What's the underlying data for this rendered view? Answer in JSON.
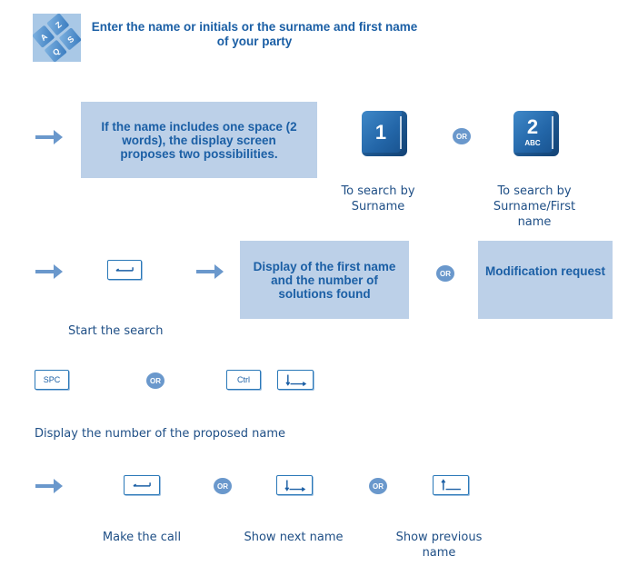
{
  "header": {
    "icon": "alphabetic-keyboard-icon",
    "key_letters": [
      "A",
      "Z",
      "Q",
      "S"
    ],
    "instruction": "Enter the name or initials or the surname and first name of your party"
  },
  "colors": {
    "accent": "#1b5fa5",
    "box_fill": "#bcd0e8",
    "arrow": "#6a98cc",
    "or_badge": "#6a98cc",
    "text": "#1f4f86"
  },
  "or_label": "OR",
  "step1": {
    "arrow_icon": "right-arrow-icon",
    "info": "If the name includes one space (2 words), the display screen proposes two possibilities.",
    "key1": {
      "digit": "1",
      "letters": ""
    },
    "key2": {
      "digit": "2",
      "letters": "ABC"
    },
    "caption1": "To search by Surname",
    "caption2": "To search by Surname/First name"
  },
  "step2": {
    "enter_icon": "enter-key-icon",
    "info1": "Display of the first name and the number of solutions found",
    "info2": "Modification request",
    "caption": "Start the search"
  },
  "step3": {
    "spc_label": "SPC",
    "ctrl_label": "Ctrl",
    "down_icon": "down-arrow-key-icon",
    "caption": "Display the number of the proposed name"
  },
  "step4": {
    "caption_call": "Make the call",
    "caption_next": "Show next name",
    "caption_prev": "Show previous name"
  }
}
